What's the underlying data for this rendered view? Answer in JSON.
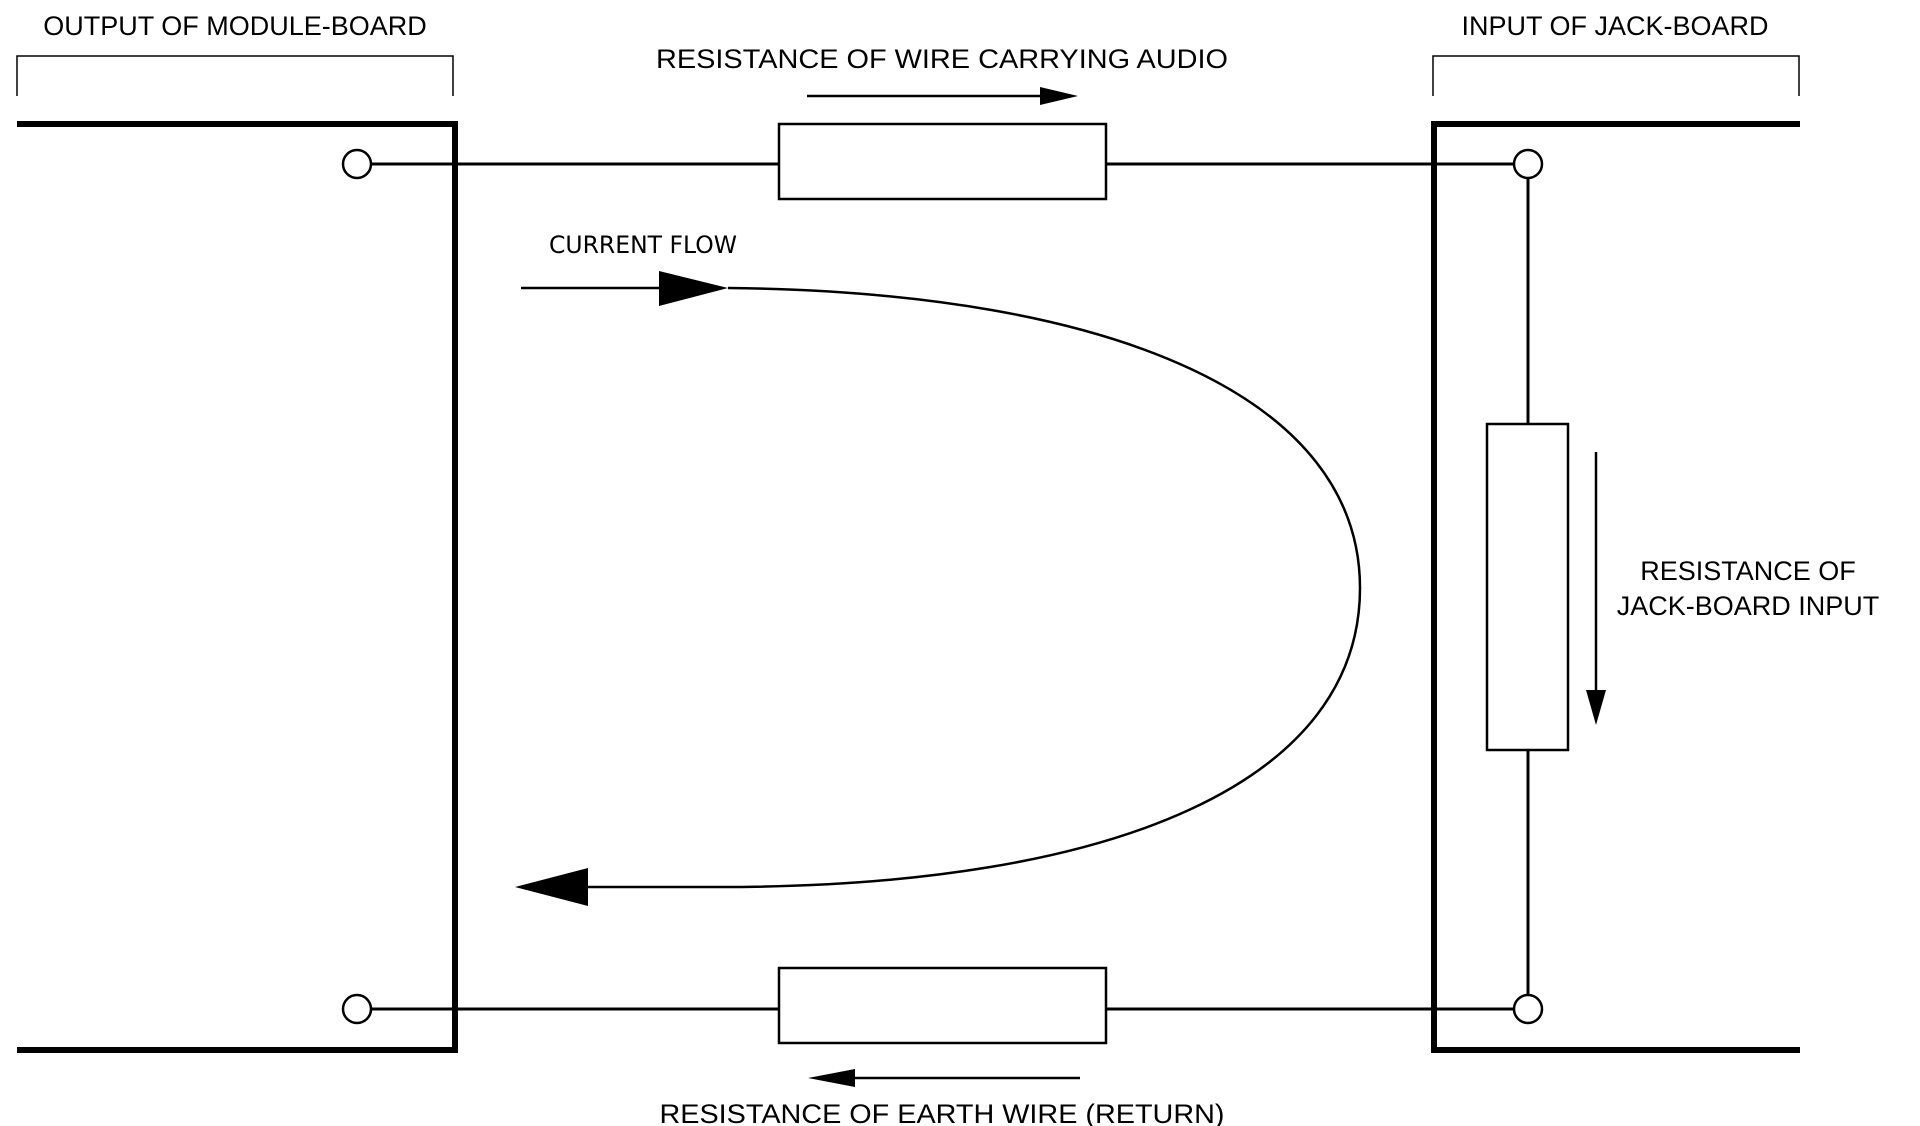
{
  "diagram": {
    "labels": {
      "module_board": "OUTPUT OF MODULE-BOARD",
      "jack_board": "INPUT OF JACK-BOARD",
      "audio_wire": "RESISTANCE OF WIRE CARRYING AUDIO",
      "current_flow": "CURRENT FLOW",
      "jack_input_line1": "RESISTANCE OF",
      "jack_input_line2": "JACK-BOARD INPUT",
      "earth_wire": "RESISTANCE OF EARTH WIRE (RETURN)"
    },
    "components": [
      {
        "id": "audio-wire-resistor",
        "type": "resistor",
        "orientation": "horizontal"
      },
      {
        "id": "earth-wire-resistor",
        "type": "resistor",
        "orientation": "horizontal"
      },
      {
        "id": "jack-input-resistor",
        "type": "resistor",
        "orientation": "vertical"
      }
    ],
    "terminals": [
      "module-output-signal",
      "module-output-ground",
      "jack-input-signal",
      "jack-input-ground"
    ],
    "arrows": {
      "audio_wire": "right",
      "earth_wire": "left",
      "jack_input": "down",
      "current_flow_loop": "clockwise"
    },
    "colors": {
      "line": "#000000",
      "background": "#ffffff"
    }
  }
}
